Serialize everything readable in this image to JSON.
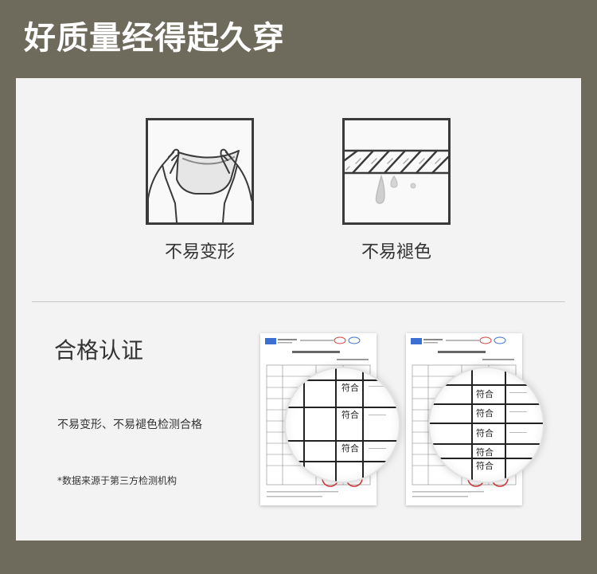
{
  "header": {
    "title": "好质量经得起久穿"
  },
  "features": [
    {
      "label": "不易变形",
      "icon": "hands-stretching-underwear-icon"
    },
    {
      "label": "不易褪色",
      "icon": "wringing-rope-icon"
    }
  ],
  "certification": {
    "title": "合格认证",
    "description": "不易变形、不易褪色检测合格",
    "note": "*数据来源于第三方检测机构",
    "reports": [
      {
        "magnified_results": [
          "符合",
          "符合",
          "符合"
        ]
      },
      {
        "magnified_results": [
          "符合",
          "符合",
          "符合",
          "符合",
          "符合"
        ]
      }
    ]
  },
  "colors": {
    "background": "#6e6a5c",
    "panel": "#f3f3f3",
    "icon_stroke": "#3a3a3a"
  }
}
